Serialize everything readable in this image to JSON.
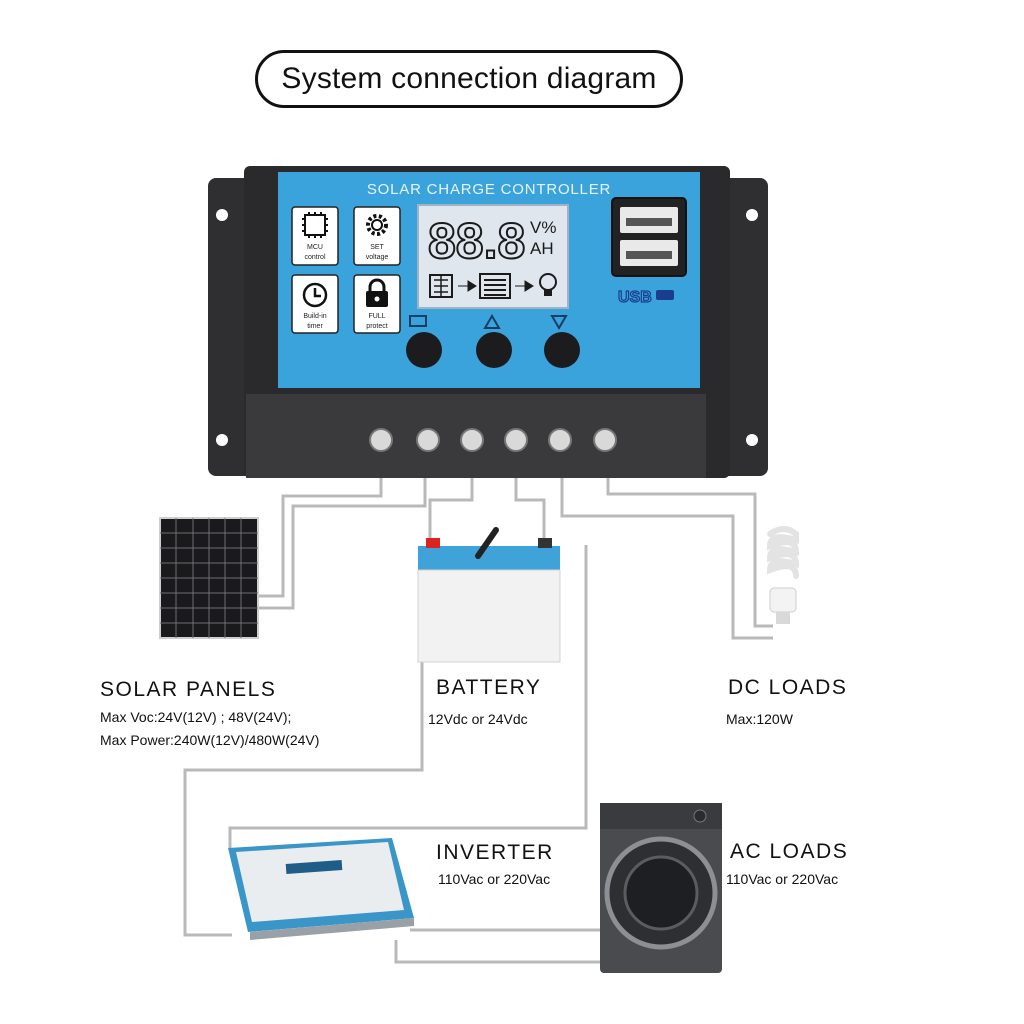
{
  "title": "System connection diagram",
  "controller": {
    "name": "SOLAR CHARGE CONTROLLER",
    "lcd_digits": "88.8",
    "lcd_unit_top": "V%",
    "lcd_unit_bottom": "AH",
    "usb_label": "USB",
    "icons": [
      {
        "icon": "chip-icon",
        "label_line1": "MCU",
        "label_line2": "control"
      },
      {
        "icon": "gear-icon",
        "label_line1": "SET",
        "label_line2": "voltage"
      },
      {
        "icon": "clock-icon",
        "label_line1": "Build-in",
        "label_line2": "timer"
      },
      {
        "icon": "lock-icon",
        "label_line1": "FULL",
        "label_line2": "protect"
      }
    ],
    "terminal_count": 6
  },
  "solar_panels": {
    "label": "SOLAR  PANELS",
    "spec1": "Max  Voc:24V(12V) ; 48V(24V);",
    "spec2": "Max  Power:240W(12V)/480W(24V)"
  },
  "battery": {
    "label": "BATTERY",
    "spec": "12Vdc  or  24Vdc"
  },
  "dc_loads": {
    "label": "DC  LOADS",
    "spec": "Max:120W"
  },
  "inverter": {
    "label": "INVERTER",
    "spec": "110Vac  or  220Vac"
  },
  "ac_loads": {
    "label": "AC  LOADS",
    "spec": "110Vac  or  220Vac"
  },
  "colors": {
    "panel_blue": "#3aa3dc",
    "housing": "#2f2f31",
    "lcd": "#dfe6ee",
    "wire": "#b9b9b9"
  }
}
